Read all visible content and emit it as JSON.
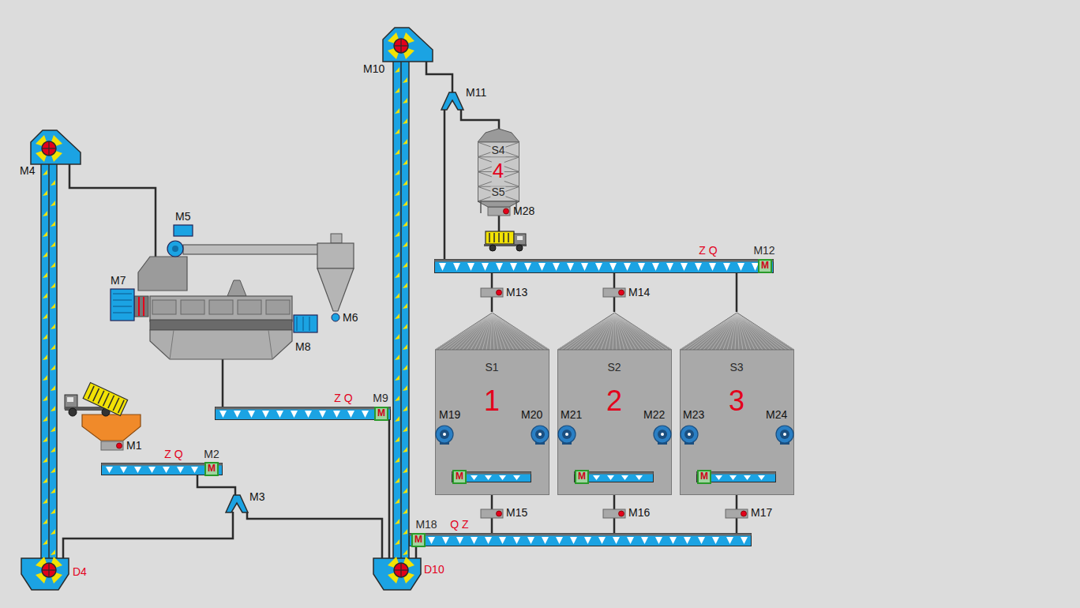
{
  "diagram": {
    "nodes": [
      {
        "text": [
          "S4",
          "4",
          "S5"
        ]
      },
      {
        "text": [
          "Z Q",
          "M12"
        ]
      },
      {
        "text": [
          "M"
        ],
        "in": 1
      },
      {
        "text": [
          "S1",
          "1"
        ]
      },
      {
        "text": [
          "M"
        ],
        "in": 3
      },
      {
        "text": [
          "S2",
          "2"
        ]
      },
      {
        "text": [
          "M"
        ],
        "in": 5
      },
      {
        "text": [
          "S3",
          "3"
        ]
      },
      {
        "text": [
          "M"
        ],
        "in": 7
      },
      {
        "text": [
          "Z Q",
          "M9"
        ]
      },
      {
        "text": [
          "M"
        ],
        "in": 9
      },
      {
        "text": [
          "Z Q",
          "M2"
        ]
      },
      {
        "text": [
          "M"
        ],
        "in": 11
      },
      {
        "text": [
          "M18",
          "Q Z"
        ]
      },
      {
        "text": [
          "M"
        ],
        "in": 13
      }
    ],
    "edges": [
      {
        "from": 1,
        "to": 3,
        "arrow": "none"
      },
      {
        "from": 1,
        "to": 5,
        "arrow": "none"
      },
      {
        "from": 1,
        "to": 7,
        "arrow": "none"
      },
      {
        "from": 3,
        "to": 13,
        "arrow": "none"
      },
      {
        "from": 5,
        "to": 13,
        "arrow": "none"
      },
      {
        "from": 7,
        "to": 13,
        "arrow": "none"
      }
    ],
    "labels": [
      "M10",
      "M11",
      "M4",
      "M28",
      "M5",
      "M7",
      "M13",
      "M14",
      "M6",
      "M8",
      "M19",
      "M20",
      "M21",
      "M22",
      "M23",
      "M24",
      "M1",
      "M3",
      "M15",
      "M16",
      "M17",
      "D10",
      "D4"
    ]
  }
}
